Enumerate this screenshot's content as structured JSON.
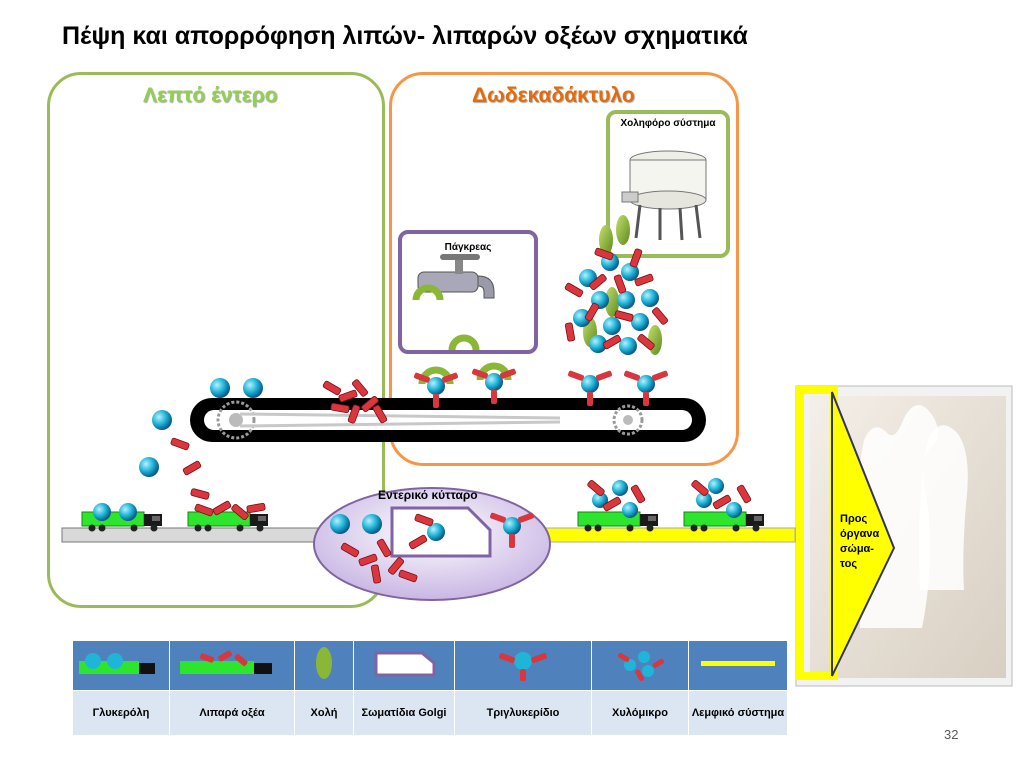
{
  "title": "Πέψη και απορρόφηση λιπών- λιπαρών οξέων σχηματικά",
  "panels": {
    "small_intestine": "Λεπτό έντερο",
    "duodenum": "Δωδεκαδάκτυλο",
    "bile_system": "Χοληφόρο σύστημα",
    "pancreas": "Πάγκρεας",
    "intestinal_cell": "Εντερικό κύτταρο",
    "to_body": "Προς όργανα σώμα-τος"
  },
  "legend": [
    {
      "icon": "glycerol-truck-icon",
      "label": "Γλυκερόλη"
    },
    {
      "icon": "fatty-acids-truck-icon",
      "label": "Λιπαρά οξέα"
    },
    {
      "icon": "bile-icon",
      "label": "Χολή"
    },
    {
      "icon": "golgi-icon",
      "label": "Σωματίδια Golgi"
    },
    {
      "icon": "triglyceride-icon",
      "label": "Τριγλυκερίδιο"
    },
    {
      "icon": "chylomicron-icon",
      "label": "Χυλόμικρο"
    },
    {
      "icon": "lymph-line-icon",
      "label": "Λεμφικό σύστημα"
    }
  ],
  "colors": {
    "small_intestine_border": "#9bbb59",
    "duodenum_border": "#f79646",
    "pancreas_border": "#8064a2",
    "glycerol": "#1fb5d8",
    "fatty_acid": "#d9363e",
    "bile": "#8ab836",
    "lymph": "#ffff00",
    "legend_header": "#4f81bd",
    "legend_body": "#dce6f2"
  },
  "page_number": "32"
}
